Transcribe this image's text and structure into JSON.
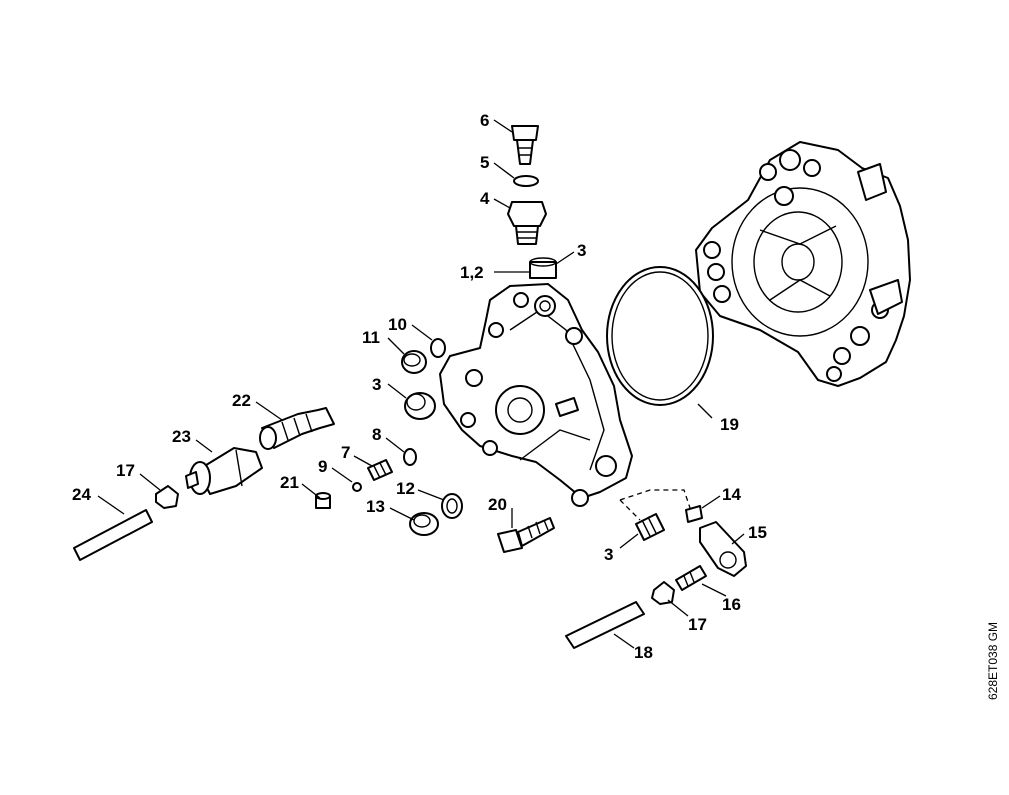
{
  "callouts": {
    "c6": "6",
    "c5": "5",
    "c4": "4",
    "c3a": "3",
    "c12a": "1,2",
    "c10": "10",
    "c11": "11",
    "c3b": "3",
    "c22": "22",
    "c8": "8",
    "c23": "23",
    "c7": "7",
    "c17a": "17",
    "c9": "9",
    "c21": "21",
    "c12": "12",
    "c24": "24",
    "c13": "13",
    "c20": "20",
    "c19": "19",
    "c14": "14",
    "c15": "15",
    "c3c": "3",
    "c16": "16",
    "c17b": "17",
    "c18": "18"
  },
  "drawing_code": "628ET038 GM"
}
